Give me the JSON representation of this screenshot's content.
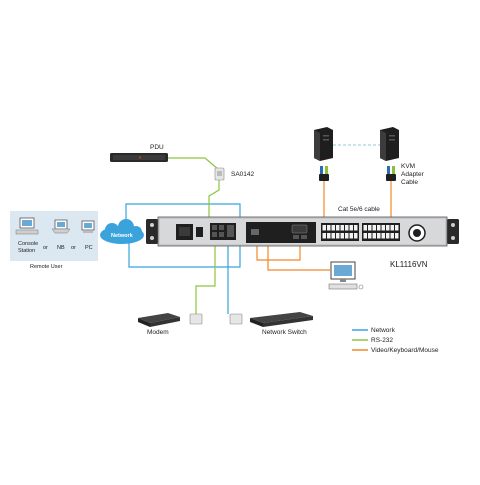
{
  "labels": {
    "pdu": "PDU",
    "sa0142": "SA0142",
    "kvm_adapter_line1": "KVM",
    "kvm_adapter_line2": "Adapter",
    "kvm_adapter_line3": "Cable",
    "cat_cable": "Cat 5e/6 cable",
    "console_station_line1": "Console",
    "console_station_line2": "Station",
    "or_1": "or",
    "nb": "NB",
    "or_2": "or",
    "pc": "PC",
    "remote_user": "Remote User",
    "network_cloud": "Network",
    "model": "KL1116VN",
    "modem": "Modem",
    "network_switch": "Network Switch"
  },
  "legend": [
    {
      "label": "Network",
      "color": "#3aa3dc"
    },
    {
      "label": "RS-232",
      "color": "#8cc63f"
    },
    {
      "label": "Video/Keyboard/Mouse",
      "color": "#f0882a"
    }
  ],
  "colors": {
    "network": "#3aa3dc",
    "rs232": "#8cc63f",
    "vkm": "#f0882a",
    "device_dark": "#2a2a2a"
  }
}
